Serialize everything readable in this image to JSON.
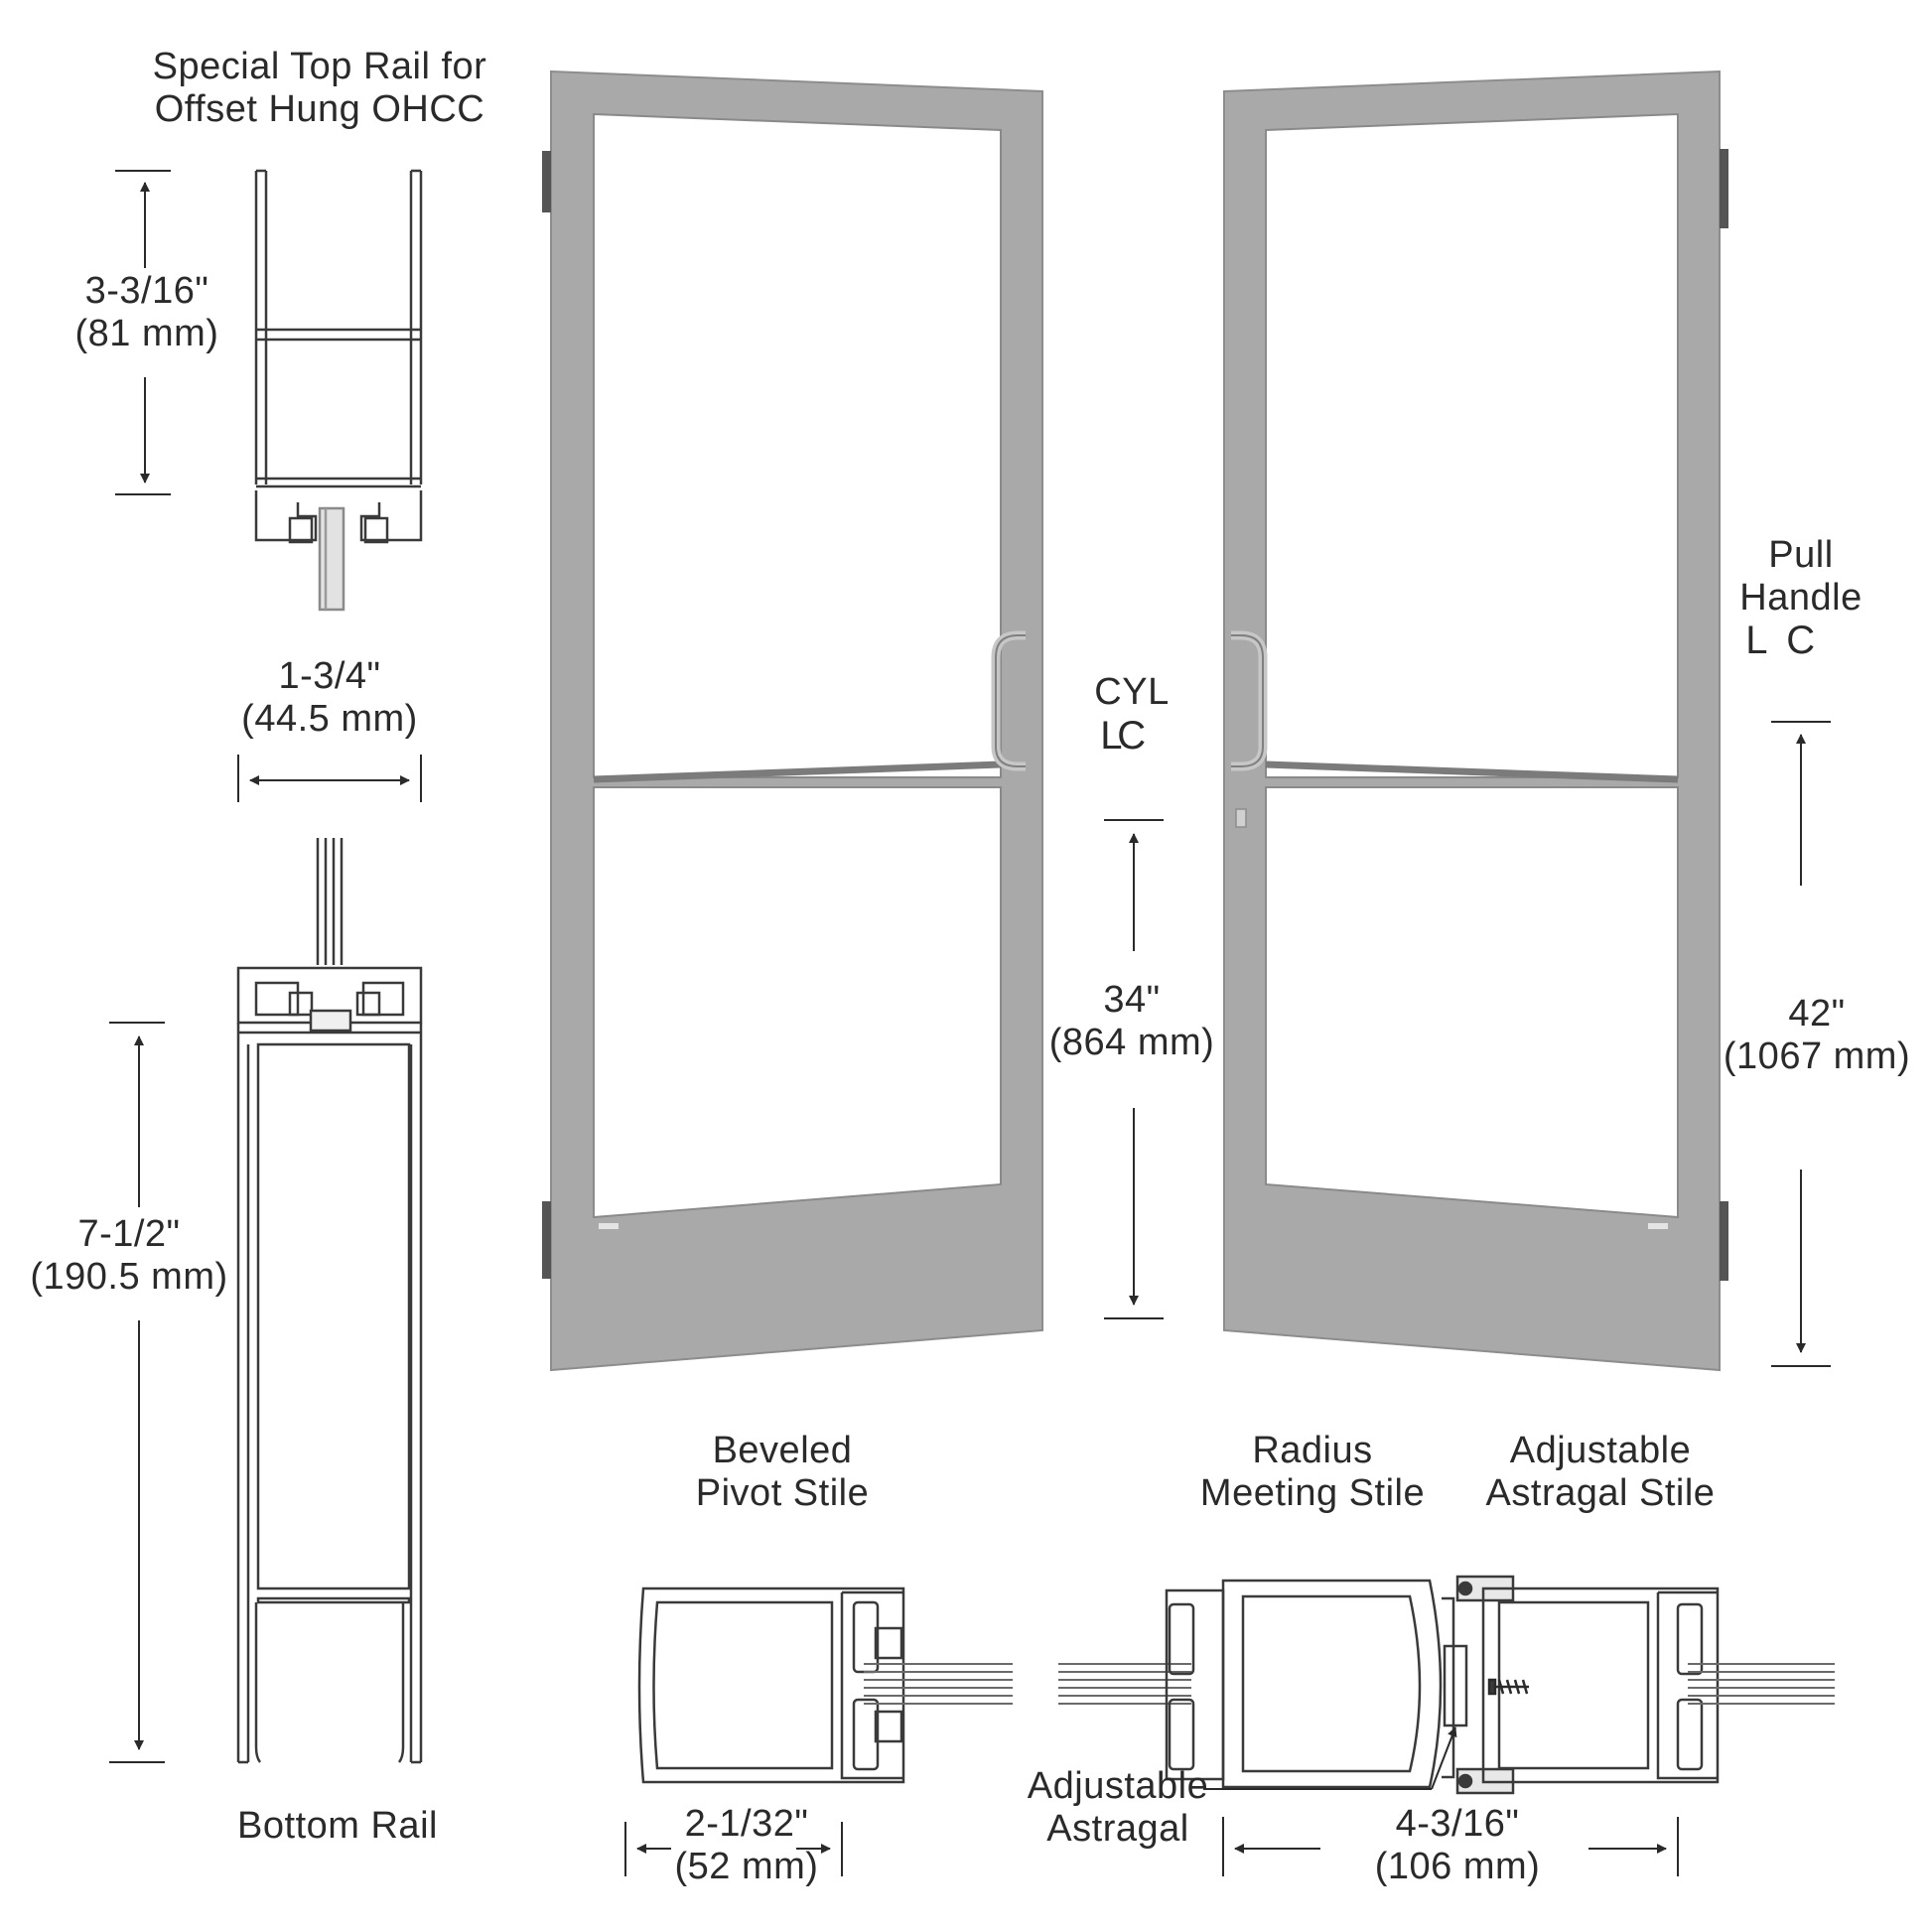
{
  "top_rail": {
    "title": [
      "Special Top Rail for",
      "Offset Hung OHCC"
    ],
    "height_in": "3-3/16\"",
    "height_mm": "(81 mm)",
    "width_in": "1-3/4\"",
    "width_mm": "(44.5 mm)"
  },
  "bottom_rail": {
    "height_in": "7-1/2\"",
    "height_mm": "(190.5 mm)",
    "label": "Bottom Rail"
  },
  "cylinder": {
    "label": "CYL",
    "centerline_mark": "C",
    "centerline_sub": "L",
    "height_in": "34\"",
    "height_mm": "(864 mm)"
  },
  "pull_handle": {
    "label": [
      "Pull",
      "Handle"
    ],
    "centerline_mark": "C",
    "centerline_sub": "L",
    "height_in": "42\"",
    "height_mm": "(1067 mm)"
  },
  "pivot_stile": {
    "label": [
      "Beveled",
      "Pivot Stile"
    ],
    "width_in": "2-1/32\"",
    "width_mm": "(52 mm)"
  },
  "meeting_stile": {
    "label": [
      "Radius",
      "Meeting Stile"
    ]
  },
  "astragal_stile": {
    "label": [
      "Adjustable",
      "Astragal Stile"
    ],
    "width_in": "4-3/16\"",
    "width_mm": "(106 mm)"
  },
  "astragal": {
    "label": [
      "Adjustable",
      "Astragal"
    ]
  },
  "colors": {
    "door_finish": "#a9a9aa",
    "glass": "#ffffff",
    "line": "#3a3a3a",
    "hinge": "#555555"
  }
}
